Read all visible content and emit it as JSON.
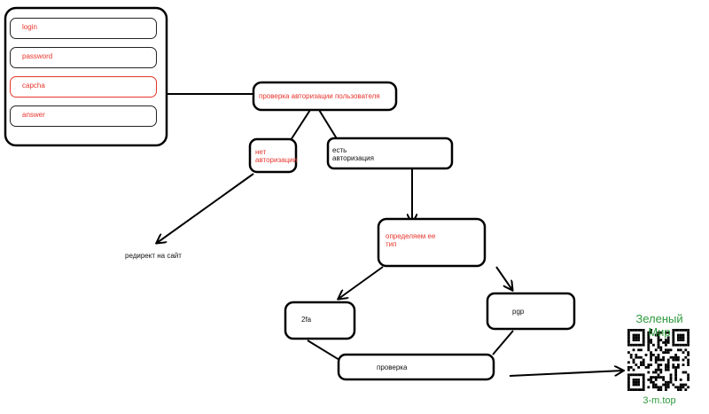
{
  "login_form": {
    "fields": [
      {
        "label": "login"
      },
      {
        "label": "password"
      },
      {
        "label": "capcha"
      },
      {
        "label": "answer"
      }
    ]
  },
  "nodes": {
    "auth_check": "проверка авторизации пользователя",
    "no_auth_line1": "нет",
    "no_auth_line2": "авторизации",
    "has_auth_line1": "есть",
    "has_auth_line2": "авторизация",
    "redirect": "редирект на сайт",
    "detect_line1": "определяем ее",
    "detect_line2": "тип",
    "twofa": "2fa",
    "pgp": "pgp",
    "check": "проверка"
  },
  "watermark": {
    "brand": "Зеленый Мир",
    "domain": "3-m.top"
  },
  "colors": {
    "red_text": "#e8342c",
    "brand_green": "#2e9a3c",
    "stroke": "#000000"
  }
}
